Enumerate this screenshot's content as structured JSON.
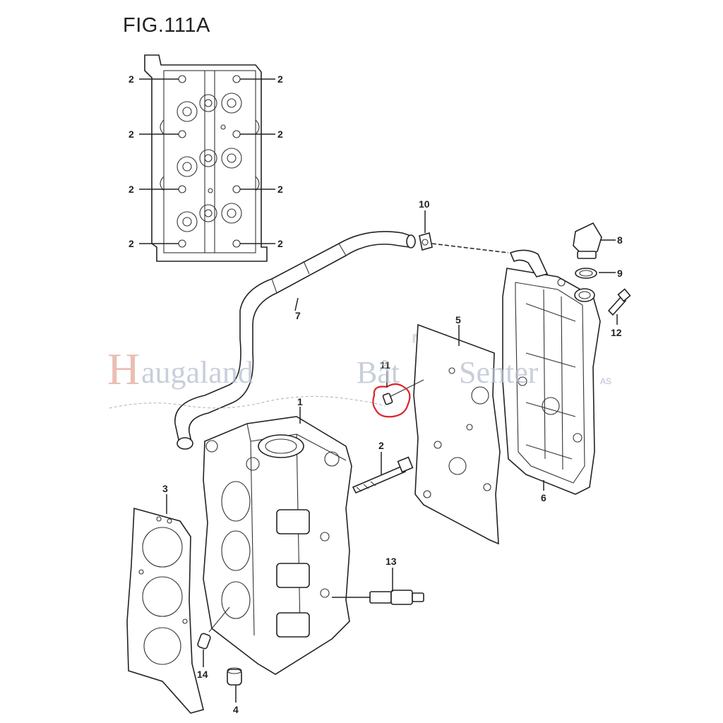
{
  "figure": {
    "title": "FIG.111A"
  },
  "watermark": {
    "initial": "H",
    "word1": "augaland",
    "word2": "Båt",
    "word3": "Senter",
    "suffix": "AS",
    "logo_letter": "T"
  },
  "callouts": {
    "inset_2": "2",
    "p1": "1",
    "p2": "2",
    "p3": "3",
    "p4": "4",
    "p5": "5",
    "p6": "6",
    "p7": "7",
    "p8": "8",
    "p9": "9",
    "p10": "10",
    "p11": "11",
    "p12": "12",
    "p13": "13",
    "p14": "14"
  },
  "colors": {
    "line": "#222222",
    "highlight": "#d9262c",
    "watermark_red": "#e8b3a8",
    "watermark_blue": "#b6c0cf"
  }
}
